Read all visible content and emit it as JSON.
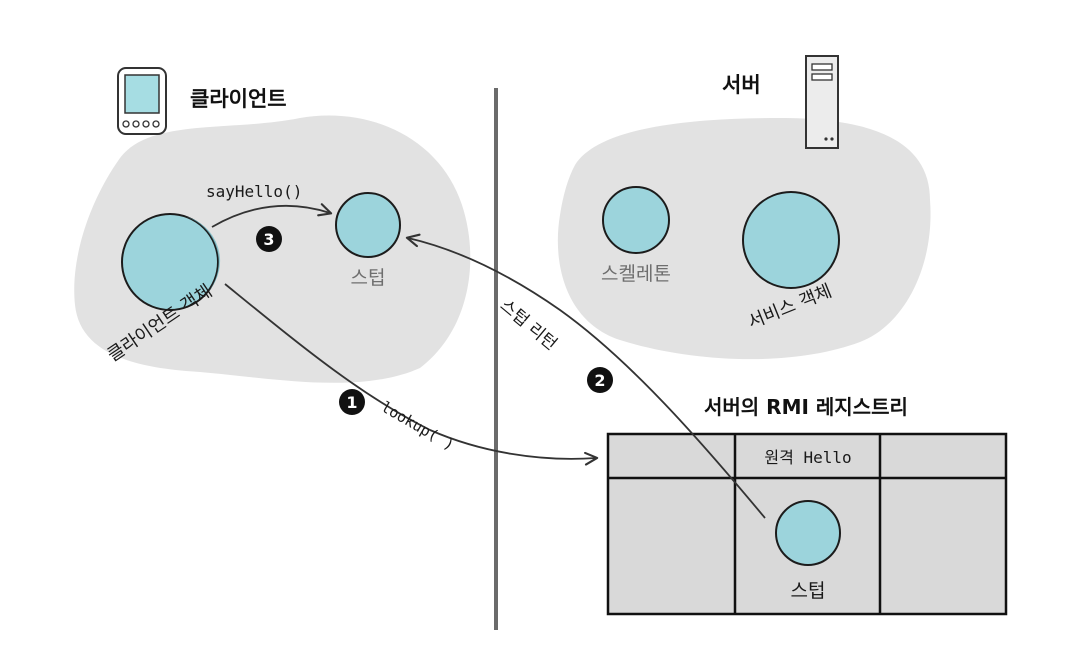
{
  "colors": {
    "blob": "#e2e2e2",
    "object_fill": "#9cd4dc",
    "object_stroke": "#1c1c1c",
    "object_shade": "#5fb4c2",
    "divider": "#6b6b6b",
    "registry_fill": "#d9d9d9",
    "marker": "#111111"
  },
  "client": {
    "title": "클라이언트",
    "device_icon": "handheld-device-icon",
    "object_label": "클라이언트 객체",
    "stub_label": "스텁"
  },
  "server": {
    "title": "서버",
    "device_icon": "server-tower-icon",
    "skeleton_label": "스켈레톤",
    "service_label": "서비스 객체"
  },
  "registry": {
    "title": "서버의 RMI 레지스트리",
    "cell_label": "원격 Hello",
    "stub_label": "스텁"
  },
  "calls": [
    {
      "number": "1",
      "label": "lookup( )"
    },
    {
      "number": "2",
      "label": "스텁 리턴"
    },
    {
      "number": "3",
      "label": "sayHello()"
    }
  ]
}
